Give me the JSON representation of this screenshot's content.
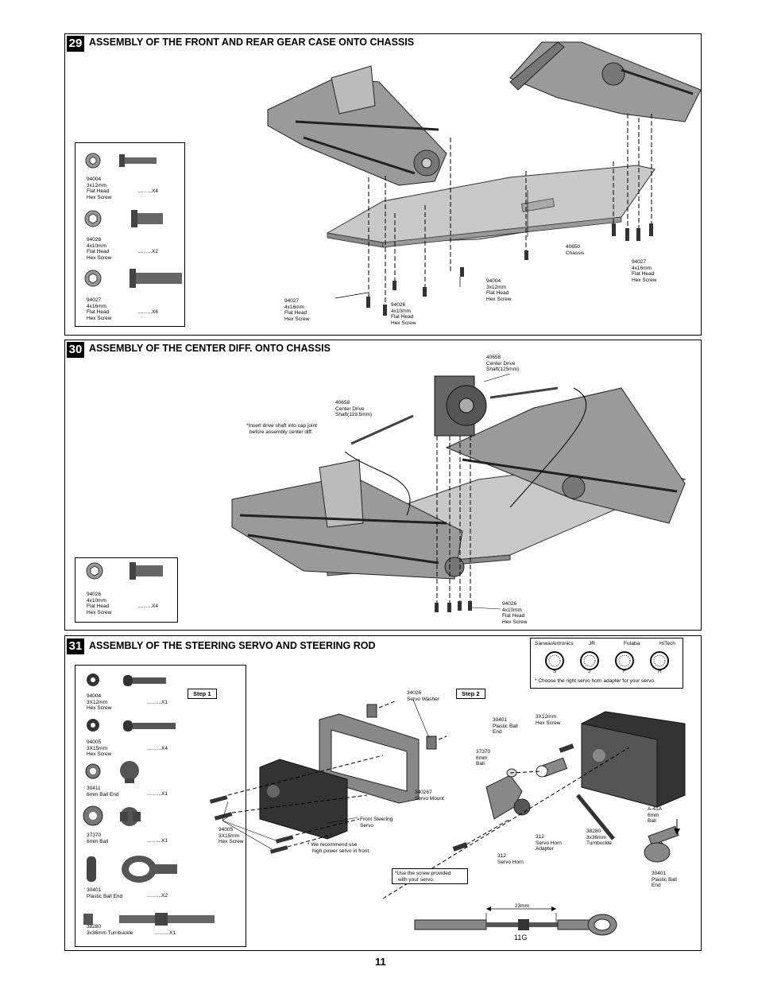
{
  "page_number": "11",
  "step29": {
    "number": "29",
    "title": "ASSEMBLY OF THE FRONT AND REAR GEAR CASE ONTO CHASSIS",
    "parts": [
      {
        "code": "94004",
        "size": "3x12mm",
        "type1": "Flat  Head",
        "type2": "Hex Screw",
        "qty": "..........X4"
      },
      {
        "code": "94026",
        "size": "4x10mm",
        "type1": "Flat  Head",
        "type2": "Hex Screw",
        "qty": "..........X2"
      },
      {
        "code": "94027",
        "size": "4x16mm",
        "type1": "Flat  Head",
        "type2": "Hex Screw",
        "qty": "..........X6"
      }
    ],
    "callouts": {
      "chassis": {
        "code": "40650",
        "name": "Chassis"
      },
      "s94004": {
        "code": "94004",
        "size": "3x12mm",
        "type1": "Flat  Head",
        "type2": "Hex Screw"
      },
      "s94026": {
        "code": "94026",
        "size": "4x10mm",
        "type1": "Flat  Head",
        "type2": "Hex Screw"
      },
      "s94027a": {
        "code": "94027",
        "size": "4x16mm",
        "type1": "Flat  Head",
        "type2": "Hex Screw"
      },
      "s94027b": {
        "code": "94027",
        "size": "4x16mm",
        "type1": "Flat  Head",
        "type2": "Hex Screw"
      }
    }
  },
  "step30": {
    "number": "30",
    "title": "ASSEMBLY OF THE CENTER DIFF. ONTO CHASSIS",
    "parts": [
      {
        "code": "94026",
        "size": "4x10mm",
        "type1": "Flat  Head",
        "type2": "Hex Screw",
        "qty": "..........X4"
      }
    ],
    "callouts": {
      "shaft125": {
        "code": "40658",
        "l1": "Center Drive",
        "l2": "Shaft(125mm)"
      },
      "shaft119": {
        "code": "40658",
        "l1": "Center Drive",
        "l2": "Shaft(119.5mm)"
      },
      "note1": "*Insert drive shaft into cap joint",
      "note2": "before assembly center diff.",
      "s94026": {
        "code": "94026",
        "size": "4x10mm",
        "type1": "Flat  Head",
        "type2": "Hex Screw"
      }
    }
  },
  "step31": {
    "number": "31",
    "title": "ASSEMBLY OF THE STEERING SERVO AND STEERING ROD",
    "brands": [
      "Sanwa/Airtronics",
      "JR",
      "Futaba",
      "HiTech"
    ],
    "brand_letters": [
      "S",
      "J",
      "F",
      "H"
    ],
    "brand_note": "* Choose the right servo horn adapter for your servo.",
    "parts": [
      {
        "code": "94004",
        "size": "3X12mm",
        "type": "Hex Screw",
        "qty": "..........X1"
      },
      {
        "code": "94005",
        "size": "3X15mm",
        "type": "Hex Screw",
        "qty": "..........X4"
      },
      {
        "code": "30411",
        "size": "6mm Ball End",
        "type": "",
        "qty": "..........X1"
      },
      {
        "code": "37370",
        "size": "6mm Ball",
        "type": "",
        "qty": "..........X1"
      },
      {
        "code": "30401",
        "size": "Plastic Ball End",
        "type": "",
        "qty": "..........X2"
      },
      {
        "code": "38280",
        "size": "3x36mm Turnbuckle",
        "type": "",
        "qty": "..........X1"
      }
    ],
    "step1": "Step 1",
    "step2": "Step 2",
    "callouts": {
      "washer": {
        "l1": "34026",
        "l2": "Servo Washer"
      },
      "mount": {
        "l1": "340267",
        "l2": "Servo Mount"
      },
      "front_servo": {
        "l1": "Front Steering",
        "l2": "Servo"
      },
      "screw94005": {
        "l1": "94005",
        "l2": "3X15mm",
        "l3": "Hex Screw"
      },
      "recommend1": "* We recommend use",
      "recommend2": "high power servo in front.",
      "ballend": {
        "l1": "30401",
        "l2": "Plastic Ball",
        "l3": "End"
      },
      "hexscrew": {
        "l1": "3X12mm",
        "l2": "Hex Screw"
      },
      "ball": {
        "l1": "37370",
        "l2": "6mm",
        "l3": "Ball"
      },
      "adapter": {
        "l1": "312",
        "l2": "Servo Horn",
        "l3": "Adapter"
      },
      "horn": {
        "l1": "312",
        "l2": "Servo Horn"
      },
      "turnbuckle": {
        "l1": "38280",
        "l2": "3x36mm",
        "l3": "Turnbuckle"
      },
      "ball41": {
        "l1": "A-41A",
        "l2": "6mm",
        "l3": "Ball"
      },
      "ballend2": {
        "l1": "30401",
        "l2": "Plastic Ball",
        "l3": "End"
      },
      "use_screw1": "*Use the screw provided",
      "use_screw2": "with your servo.",
      "dimension": "23mm",
      "mark": "11G"
    }
  }
}
